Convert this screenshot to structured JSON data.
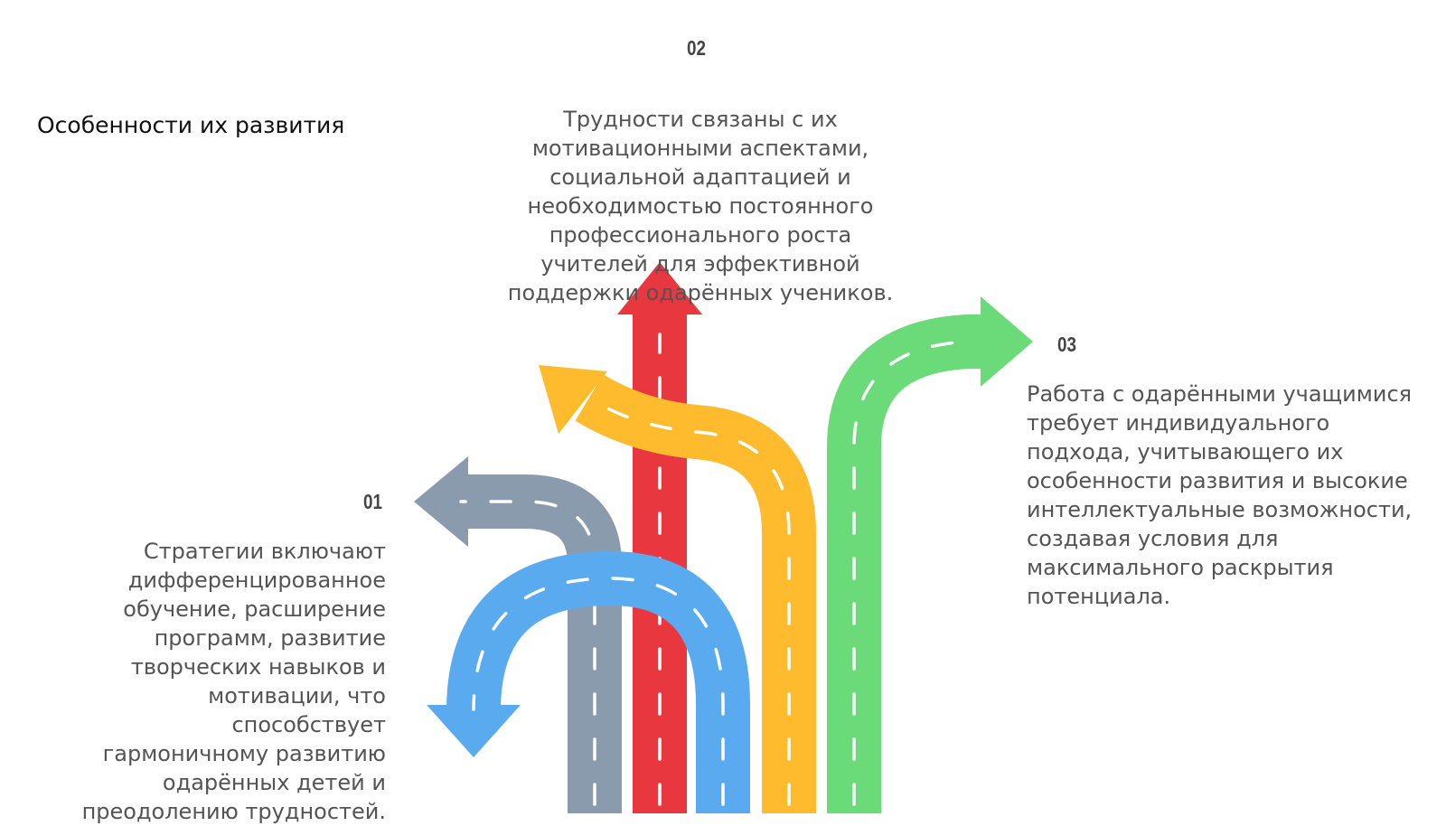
{
  "title": "Особенности их развития",
  "steps": [
    {
      "number": "01",
      "text": "Стратегии включают дифференцированное обучение, расширение программ, развитие творческих навыков и мотивации, что способствует гармоничному развитию одарённых детей и преодолению трудностей."
    },
    {
      "number": "02",
      "text": "Трудности связаны с их мотивационными аспектами, социальной адаптацией и необходимостью постоянного профессионального роста учителей для эффективной поддержки одарённых учеников."
    },
    {
      "number": "03",
      "text": "Работа с одарёнными учащимися требует индивидуального подхода, учитывающего их особенности развития и высокие интеллектуальные возможности, создавая условия для максимального раскрытия потенциала."
    }
  ],
  "arrow_colors": {
    "gray": "#8A9BAD",
    "red": "#E8373E",
    "yellow": "#FDBB2D",
    "green": "#6BDB7A",
    "blue": "#5AAAF0"
  },
  "icons": [
    "road-arrow-gray-left",
    "road-arrow-red-up",
    "road-arrow-yellow-left-up",
    "road-arrow-green-right",
    "road-arrow-blue-u-turn"
  ]
}
